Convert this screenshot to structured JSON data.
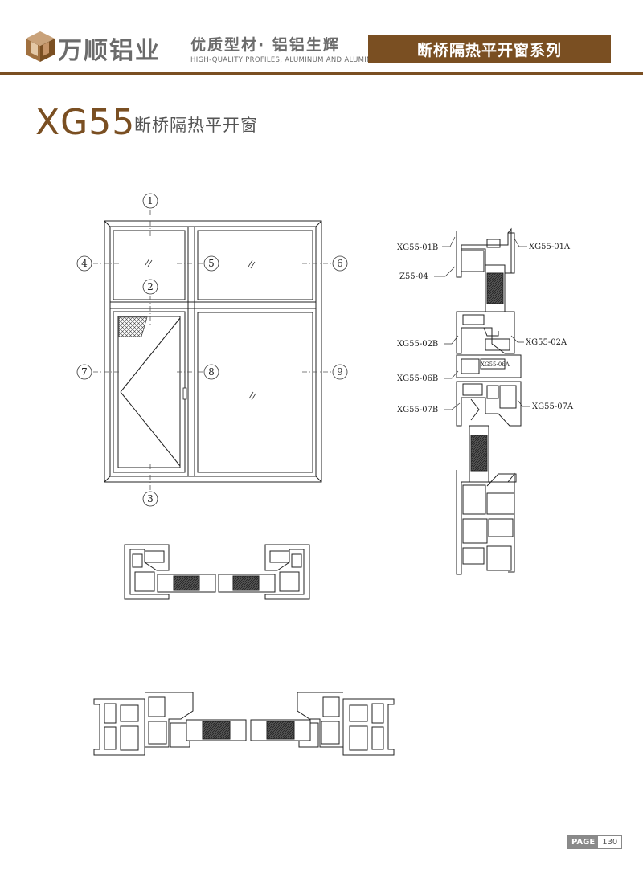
{
  "header": {
    "brand_name": "万顺铝业",
    "slogan": "优质型材· 铝铝生辉",
    "slogan_en": "HIGH-QUALITY PROFILES, ALUMINUM AND ALUMINUM",
    "series_title": "断桥隔热平开窗系列",
    "accent_color": "#7a4f22"
  },
  "product": {
    "model": "XG55",
    "description": "断桥隔热平开窗"
  },
  "elevation": {
    "markers": [
      "1",
      "2",
      "3",
      "4",
      "5",
      "6",
      "7",
      "8",
      "9"
    ]
  },
  "section_labels": {
    "l1": "XG55-01B",
    "l2": "XG55-01A",
    "l3": "Z55-04",
    "l4": "XG55-02B",
    "l5": "XG55-02A",
    "l6": "XG55-06B",
    "l7": "XG55-06A",
    "l8": "XG55-07B",
    "l9": "XG55-07A"
  },
  "footer": {
    "page_label": "PAGE",
    "page_number": "130"
  }
}
